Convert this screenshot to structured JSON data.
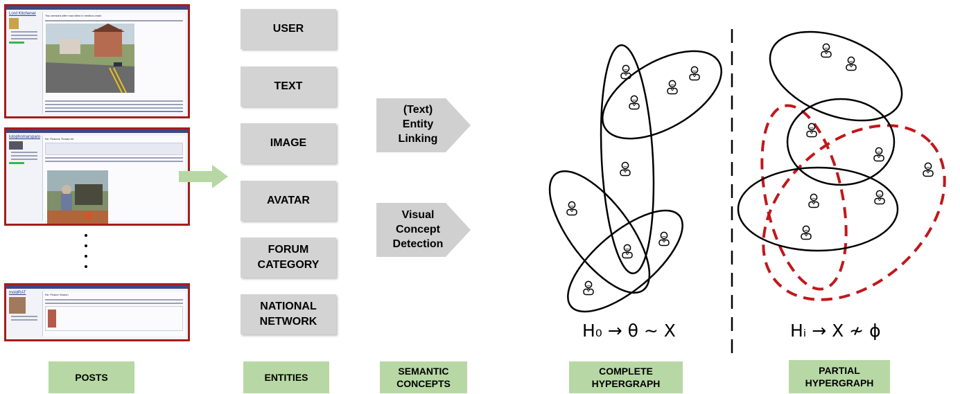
{
  "entities": {
    "items": [
      {
        "label": "USER"
      },
      {
        "label": "TEXT"
      },
      {
        "label": "IMAGE"
      },
      {
        "label": "AVATAR"
      },
      {
        "label": "FORUM\nCATEGORY"
      },
      {
        "label": "NATIONAL\nNETWORK"
      }
    ]
  },
  "concepts": {
    "entity_linking": "(Text)\nEntity\nLinking",
    "visual_detection": "Visual\nConcept\nDetection"
  },
  "posts": {
    "post1": {
      "username": "Lord Kitchener",
      "title": "Two arrested after man killed in minibus crash"
    },
    "post2": {
      "username": "lutophomarsparo",
      "title": "Re: Pictures Thread #4"
    },
    "post3": {
      "username": "moldRAT",
      "title": "Re: Picture Search"
    }
  },
  "formulas": {
    "complete": "H₀ → θ ∼ X",
    "partial": "Hᵢ → X ≁ ϕ"
  },
  "labels": {
    "posts": "POSTS",
    "entities": "ENTITIES",
    "semantic": "SEMANTIC\nCONCEPTS",
    "complete": "COMPLETE\nHYPERGRAPH",
    "partial": "PARTIAL\nHYPERGRAPH"
  },
  "colors": {
    "post_border": "#a51c1c",
    "label_bg": "#b7d8a4",
    "entity_bg": "#d3d3d3",
    "arrow_grey": "#d0d0d0",
    "arrow_green": "#b7d8a4",
    "partial_edge": "#c0181c"
  }
}
